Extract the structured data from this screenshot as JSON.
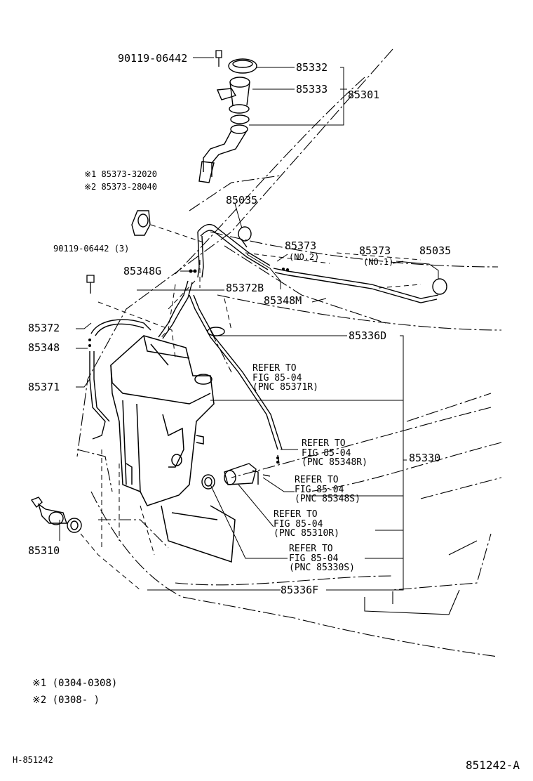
{
  "parts": {
    "p90119_06442": "90119-06442",
    "p85332": "85332",
    "p85333": "85333",
    "p85301": "85301",
    "alt1": "※1 85373-32020",
    "alt2": "※2 85373-28040",
    "p85035_left": "85035",
    "p90119_06442_3": "90119-06442 (3)",
    "p85348G": "85348G",
    "p85373_no2": "85373",
    "no2": "(NO.2)",
    "p85372B": "85372B",
    "p85373_no1": "85373",
    "no1": "(NO.1)",
    "p85035_right": "85035",
    "p85348M": "85348M",
    "p85372": "85372",
    "p85348": "85348",
    "p85336D": "85336D",
    "p85371": "85371",
    "p85330": "85330",
    "p85310": "85310",
    "p85336F": "85336F"
  },
  "refs": [
    {
      "l1": "REFER TO",
      "l2": "FIG 85-04",
      "l3": "(PNC 85371R)"
    },
    {
      "l1": "REFER TO",
      "l2": "FIG 85-04",
      "l3": "(PNC 85348R)"
    },
    {
      "l1": "REFER TO",
      "l2": "FIG 85-04",
      "l3": "(PNC 85348S)"
    },
    {
      "l1": "REFER TO",
      "l2": "FIG 85-04",
      "l3": "(PNC 85310R)"
    },
    {
      "l1": "REFER TO",
      "l2": "FIG 85-04",
      "l3": "(PNC 85330S)"
    }
  ],
  "notes": {
    "n1": "※1  (0304-0308)",
    "n2": "※2  (0308-     )"
  },
  "footer": {
    "left": "H-851242",
    "right": "851242-A"
  }
}
